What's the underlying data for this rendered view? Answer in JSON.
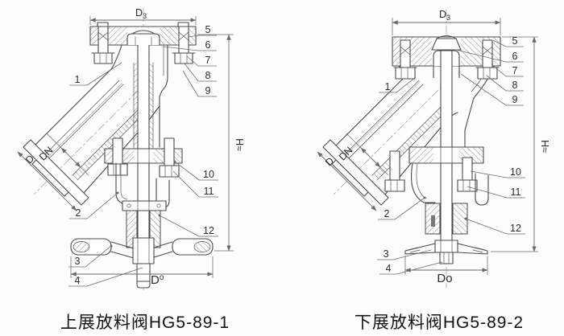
{
  "page": {
    "colors": {
      "line": "#4a4a4a",
      "dim": "#6b6b6b",
      "text": "#2b2b2b",
      "caption": "#131313",
      "bg": "#fdfdfd"
    }
  },
  "drawings": [
    {
      "caption": "上展放料阀HG5-89-1",
      "dims": {
        "top_diameter_main": "D",
        "top_diameter_sub": "3",
        "height": "H≈",
        "nominal_bore": "DN",
        "inlet_flange": "D",
        "wheel_main": "D",
        "wheel_sup": "o"
      },
      "callouts": [
        "1",
        "2",
        "3",
        "4",
        "5",
        "6",
        "7",
        "8",
        "9",
        "10",
        "11",
        "12"
      ]
    },
    {
      "caption": "下展放料阀HG5-89-2",
      "dims": {
        "top_diameter_main": "D",
        "top_diameter_sub": "3",
        "height": "H≈",
        "nominal_bore": "DN",
        "inlet_flange": "D",
        "wheel": "Do"
      },
      "callouts": [
        "1",
        "2",
        "3",
        "4",
        "5",
        "6",
        "7",
        "8",
        "9",
        "10",
        "11",
        "12"
      ]
    }
  ]
}
